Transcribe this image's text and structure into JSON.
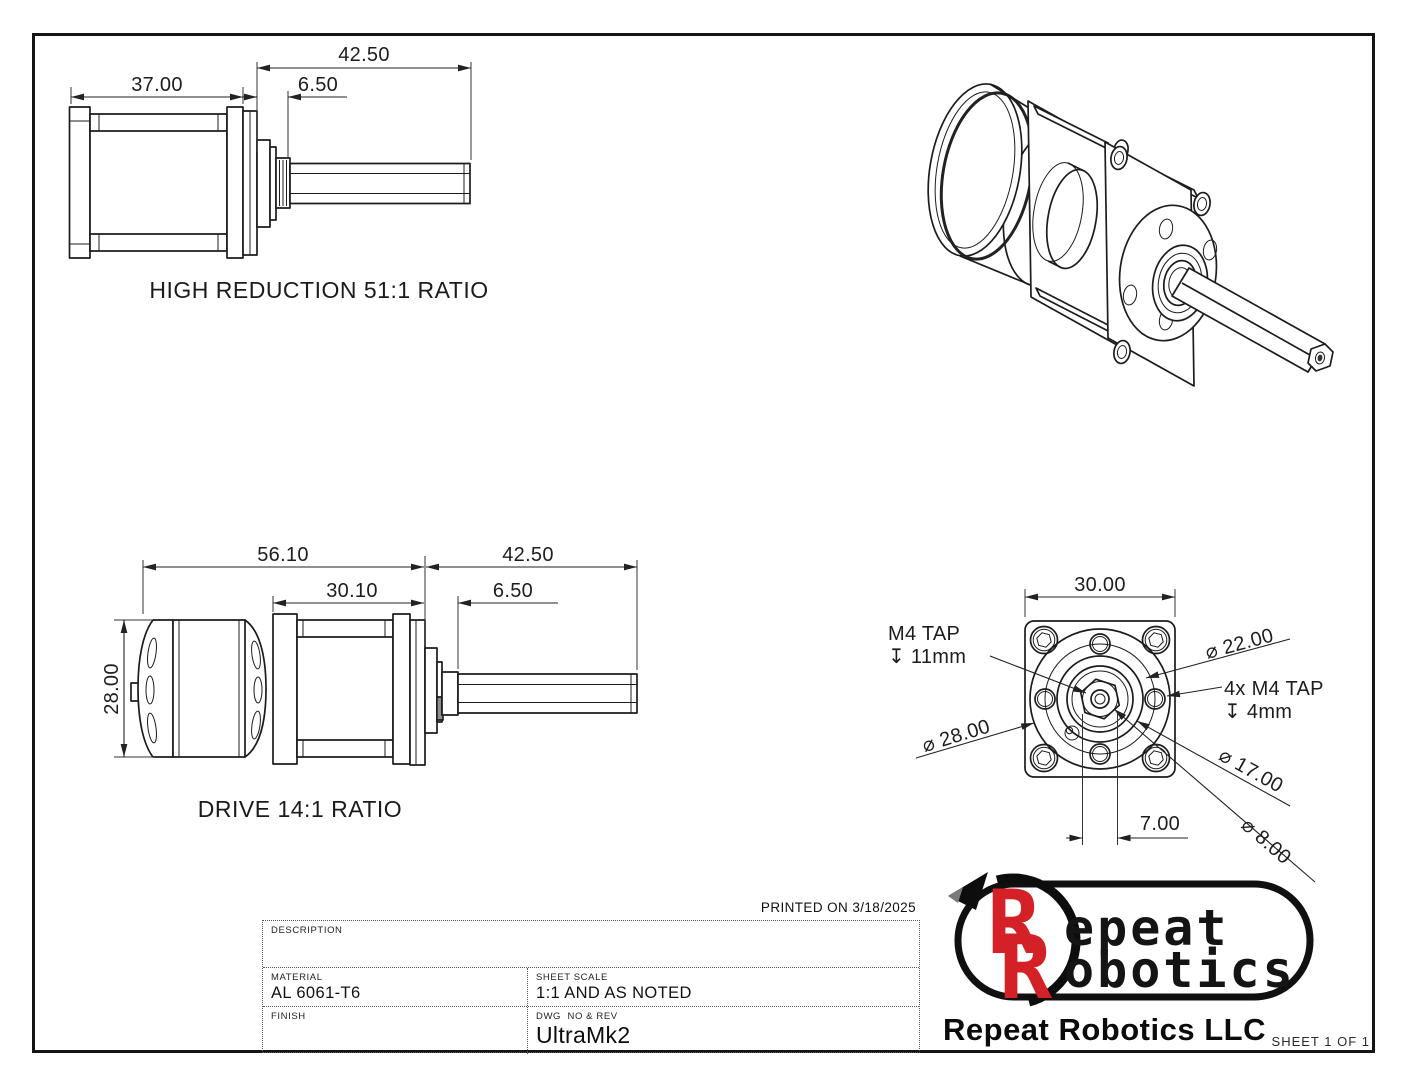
{
  "page": {
    "printed_on": "PRINTED ON 3/18/2025",
    "sheet_note": "SHEET 1 OF 1"
  },
  "views": {
    "high_reduction": {
      "label": "HIGH REDUCTION 51:1 RATIO",
      "dim_body": "37.00",
      "dim_shaft": "42.50",
      "dim_shoulder": "6.50"
    },
    "drive": {
      "label": "DRIVE 14:1 RATIO",
      "dim_overall": "56.10",
      "dim_gearbox": "30.10",
      "dim_shaft": "42.50",
      "dim_shoulder": "6.50",
      "dim_diameter": "28.00"
    },
    "front": {
      "dim_flange": "30.00",
      "dim_hex": "7.00",
      "lbl_center_tap1": "M4 TAP",
      "lbl_center_tap2": "↧ 11mm",
      "lbl_bolt_circle": "⌀ 22.00",
      "lbl_corner_tap1": "4x M4 TAP",
      "lbl_corner_tap2": "↧ 4mm",
      "lbl_body_dia": "⌀ 28.00",
      "lbl_bearing_dia": "⌀ 17.00",
      "lbl_shaft_dia": "⌀ 8.00"
    }
  },
  "title_block": {
    "description_label": "DESCRIPTION",
    "material_label": "MATERIAL",
    "material_value": "AL 6061-T6",
    "scale_label": "SHEET SCALE",
    "scale_value": "1:1 AND AS NOTED",
    "finish_label": "FINISH",
    "dwg_label": "DWG  NO & REV",
    "dwg_value": "UltraMk2"
  },
  "logo": {
    "r_front": "R",
    "r_back": "R",
    "word_top": "epeat",
    "word_bottom": "obotics",
    "company": "Repeat Robotics LLC"
  },
  "colors": {
    "line": "#1c1c1c",
    "logo_red": "#d32127"
  }
}
